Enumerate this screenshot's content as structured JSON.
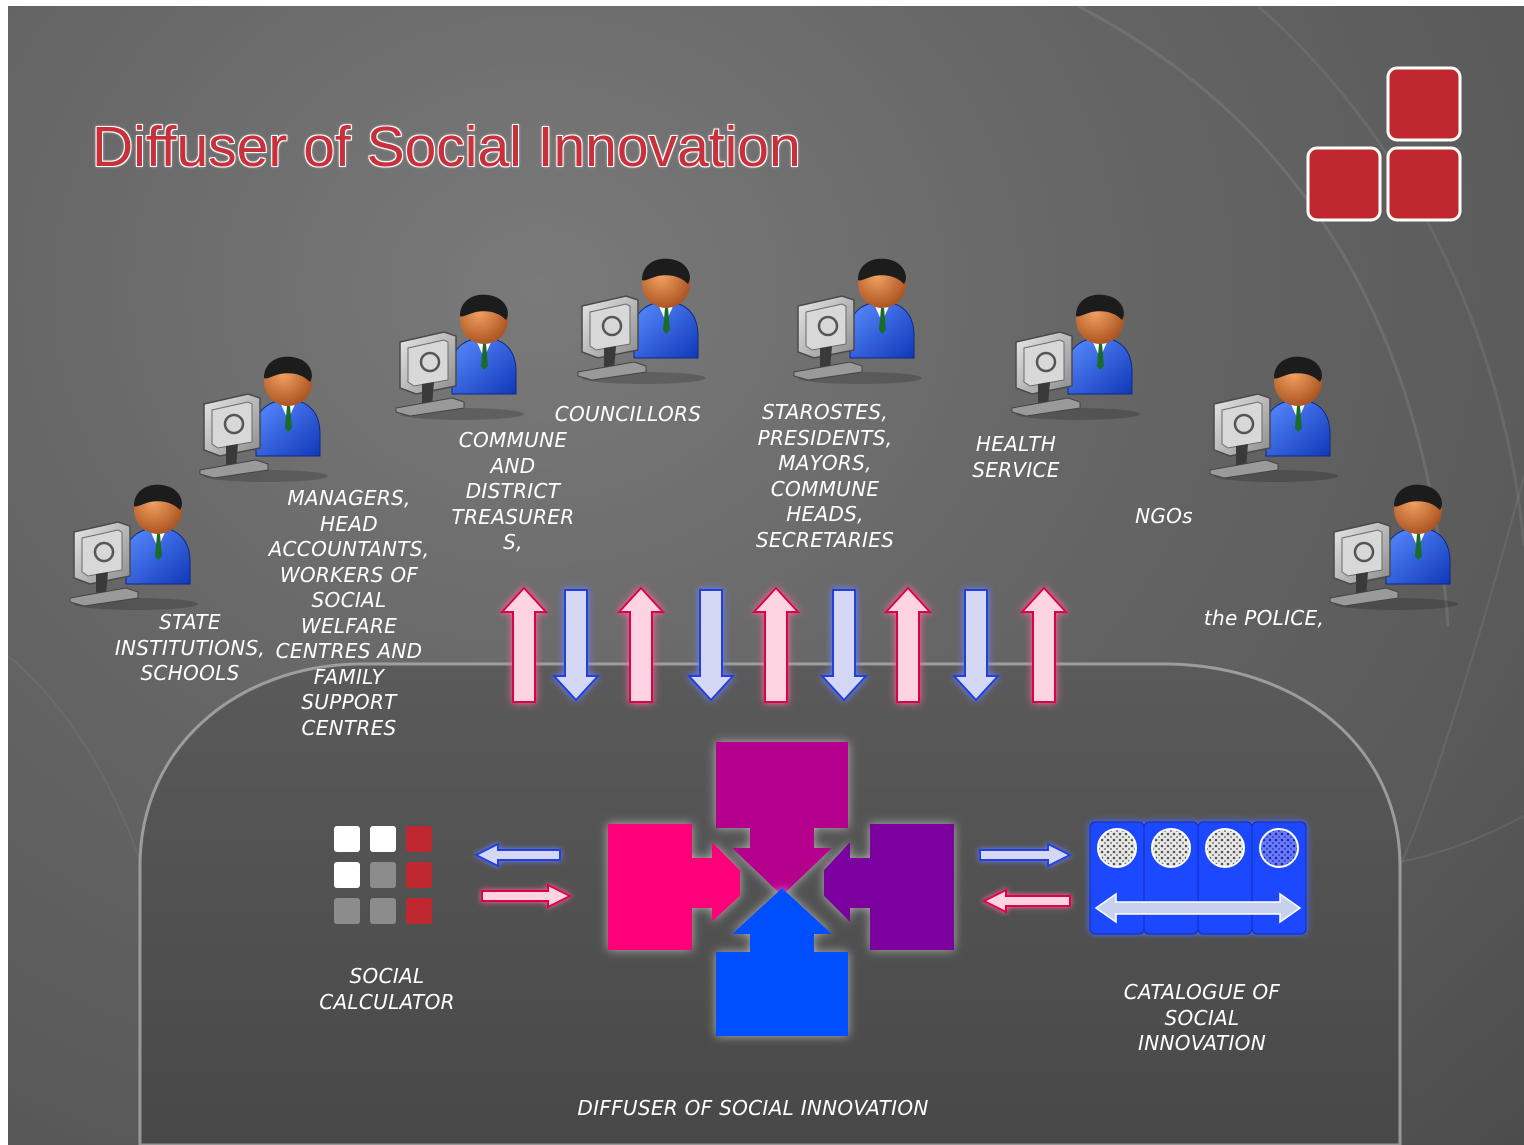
{
  "slide": {
    "title": "Diffuser of Social Innovation"
  },
  "stakeholders": [
    {
      "lines": [
        "STATE",
        "INSTITUTIONS,",
        "SCHOOLS"
      ]
    },
    {
      "lines": [
        "MANAGERS,",
        "HEAD",
        "ACCOUNTANTS,",
        "WORKERS OF",
        "SOCIAL",
        "WELFARE",
        "CENTRES AND",
        "FAMILY",
        "SUPPORT",
        "CENTRES"
      ]
    },
    {
      "lines": [
        "COMMUNE",
        "AND",
        "DISTRICT",
        "TREASURER",
        "S,"
      ]
    },
    {
      "lines": [
        "COUNCILLORS"
      ]
    },
    {
      "lines": [
        "STAROSTES,",
        "PRESIDENTS,",
        "MAYORS,",
        "COMMUNE",
        "HEADS,",
        "SECRETARIES"
      ]
    },
    {
      "lines": [
        "HEALTH",
        "SERVICE"
      ]
    },
    {
      "lines": [
        "NGOs"
      ]
    },
    {
      "lines": [
        "the POLICE,"
      ]
    }
  ],
  "components": {
    "calculator": [
      "SOCIAL",
      "CALCULATOR"
    ],
    "catalogue": [
      "CATALOGUE OF",
      "SOCIAL",
      "INNOVATION"
    ],
    "diffuser": "DIFFUSER OF SOCIAL INNOVATION"
  },
  "colors": {
    "title": "#c8303b",
    "logo": "#c0282f",
    "up_arrow": "#ffd4e2",
    "down_arrow": "#d4d8f4",
    "magenta": "#b5008d",
    "pink": "#ff007a",
    "purple": "#7b009d",
    "blue": "#0050ff"
  },
  "icons": [
    "user-at-computer-icon",
    "calculator-grid-icon",
    "catalogue-panel-icon",
    "logo-squares-icon"
  ]
}
